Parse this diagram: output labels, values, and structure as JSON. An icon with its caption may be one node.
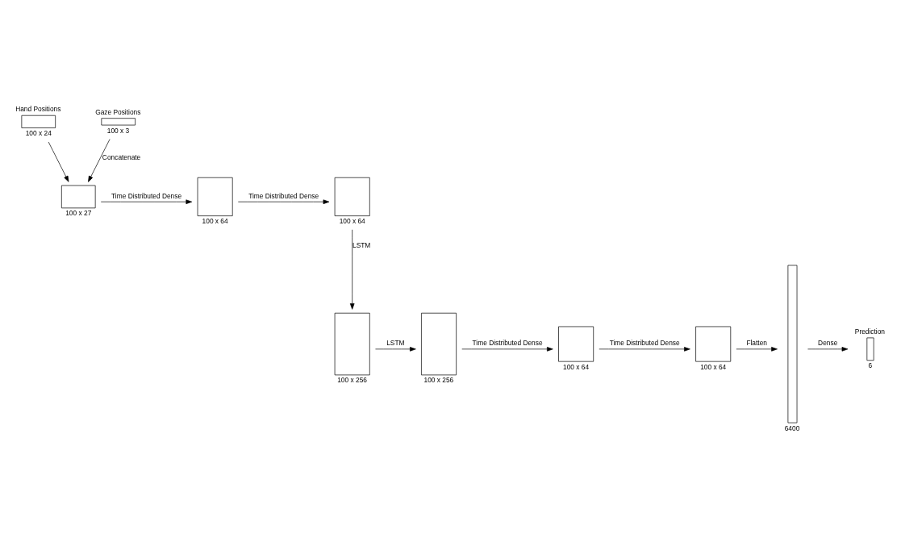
{
  "diagram": {
    "nodes": [
      {
        "text": [
          "Hand Positions"
        ],
        "beside": [
          "100 x 24"
        ]
      },
      {
        "text": [
          "Gaze Positions"
        ],
        "beside": [
          "100 x 3"
        ]
      },
      {
        "text": [],
        "shape": "box",
        "beside": [
          "100 x 27"
        ]
      },
      {
        "text": [],
        "shape": "box",
        "beside": [
          "100 x 64"
        ]
      },
      {
        "text": [],
        "shape": "box",
        "beside": [
          "100 x 64"
        ]
      },
      {
        "text": [],
        "shape": "box",
        "beside": [
          "100 x 256"
        ]
      },
      {
        "text": [],
        "shape": "box",
        "beside": [
          "100 x 256"
        ]
      },
      {
        "text": [],
        "shape": "box",
        "beside": [
          "100 x 64"
        ]
      },
      {
        "text": [],
        "shape": "box",
        "beside": [
          "100 x 64"
        ]
      },
      {
        "text": [],
        "shape": "box",
        "beside": [
          "6400"
        ]
      },
      {
        "text": [
          "Prediction"
        ],
        "beside": [
          "6"
        ]
      }
    ],
    "edges": [
      {
        "from": 0,
        "to": 2,
        "arrow": "to"
      },
      {
        "from": 1,
        "to": 2,
        "arrow": "to",
        "label": "Concatenate"
      },
      {
        "from": 2,
        "to": 3,
        "arrow": "to",
        "label": "Time Distributed Dense"
      },
      {
        "from": 3,
        "to": 4,
        "arrow": "to",
        "label": "Time Distributed Dense"
      },
      {
        "from": 4,
        "to": 5,
        "arrow": "to",
        "label": "LSTM"
      },
      {
        "from": 5,
        "to": 6,
        "arrow": "to",
        "label": "LSTM"
      },
      {
        "from": 6,
        "to": 7,
        "arrow": "to",
        "label": "Time Distributed Dense"
      },
      {
        "from": 7,
        "to": 8,
        "arrow": "to",
        "label": "Time Distributed Dense"
      },
      {
        "from": 8,
        "to": 9,
        "arrow": "to",
        "label": "Flatten"
      },
      {
        "from": 9,
        "to": 10,
        "arrow": "to",
        "label": "Dense"
      }
    ]
  }
}
